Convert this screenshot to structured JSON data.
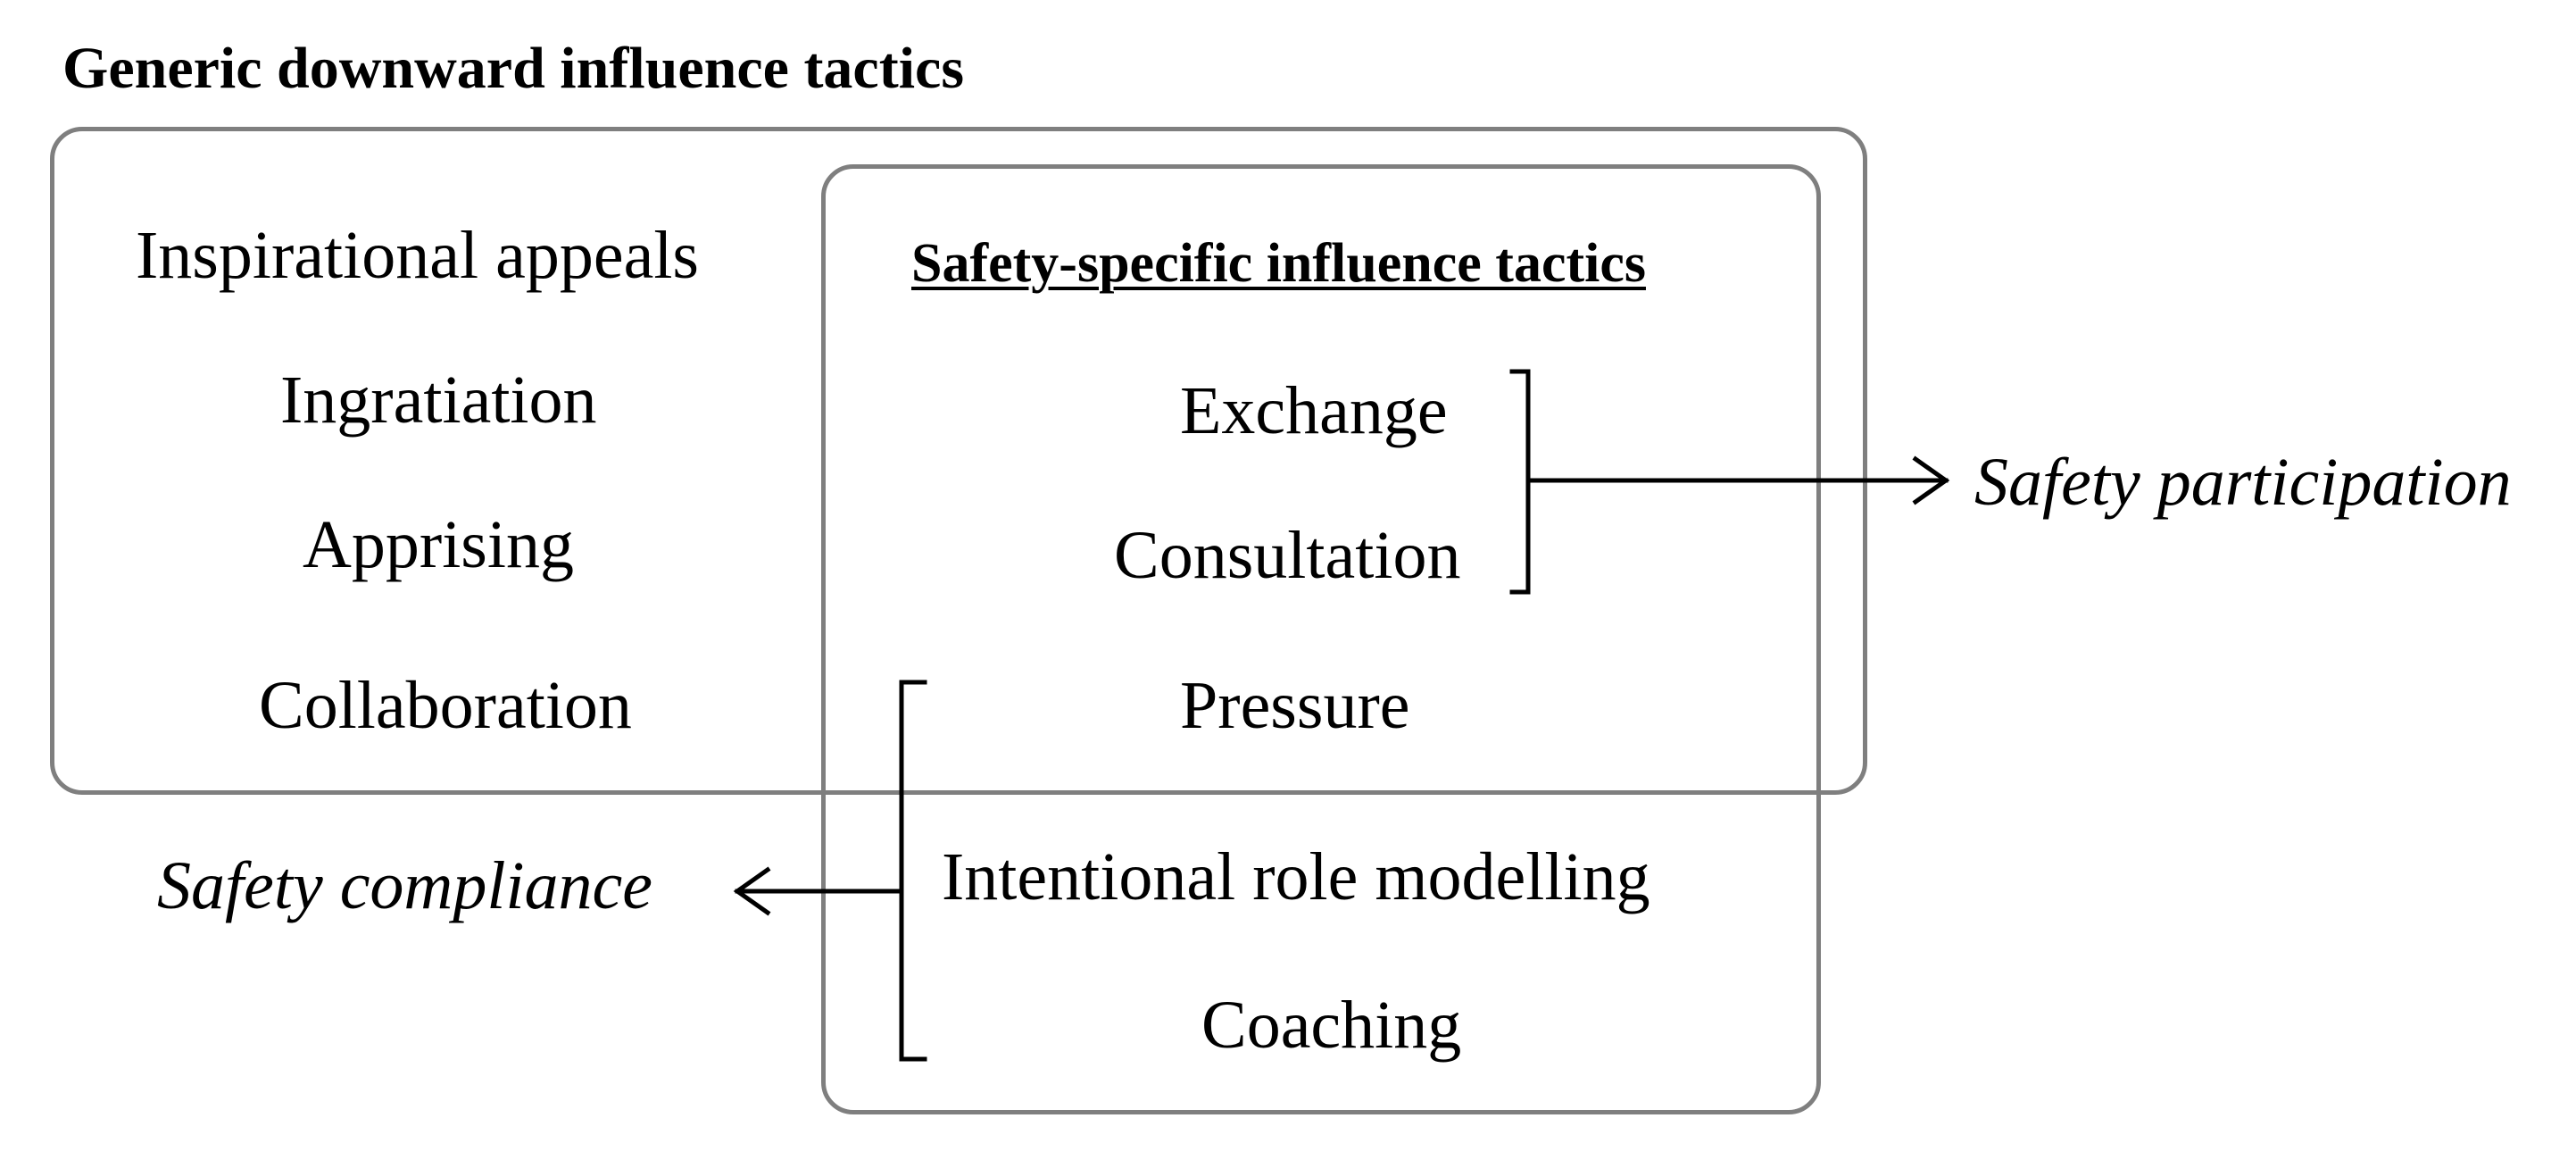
{
  "title": "Generic downward influence tactics",
  "generic_tactics": [
    "Inspirational appeals",
    "Ingratiation",
    "Apprising",
    "Collaboration"
  ],
  "safety_specific": {
    "title": "Safety-specific influence tactics",
    "tactics": [
      "Exchange",
      "Consultation",
      "Pressure",
      "Intentional role modelling",
      "Coaching"
    ]
  },
  "outcomes": {
    "participation": "Safety participation",
    "compliance": "Safety compliance"
  },
  "colors": {
    "box_border": "#7f7f7f",
    "text": "#000000",
    "connector": "#000000"
  }
}
